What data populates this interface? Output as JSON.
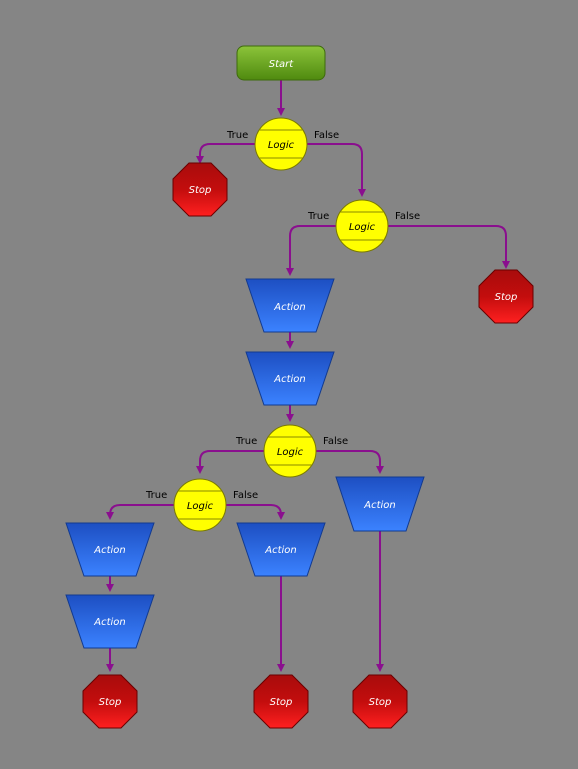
{
  "diagram": {
    "title": "",
    "colors": {
      "background": "#858585",
      "connector": "#8a0f8e",
      "start_fill": "#69a71a",
      "logic_fill": "#ffff00",
      "action_fill": "#2b69e6",
      "stop_fill": "#d60f0f"
    },
    "nodes": {
      "start": "Start",
      "logic1": "Logic",
      "stop1": "Stop",
      "logic2": "Logic",
      "stop2": "Stop",
      "action1": "Action",
      "action2": "Action",
      "logic3": "Logic",
      "logic4": "Logic",
      "action3": "Action",
      "action4": "Action",
      "action5": "Action",
      "action6": "Action",
      "stop3": "Stop",
      "stop4": "Stop",
      "stop5": "Stop"
    },
    "edge_labels": {
      "logic1_true": "True",
      "logic1_false": "False",
      "logic2_true": "True",
      "logic2_false": "False",
      "logic3_true": "True",
      "logic3_false": "False",
      "logic4_true": "True",
      "logic4_false": "False"
    }
  }
}
